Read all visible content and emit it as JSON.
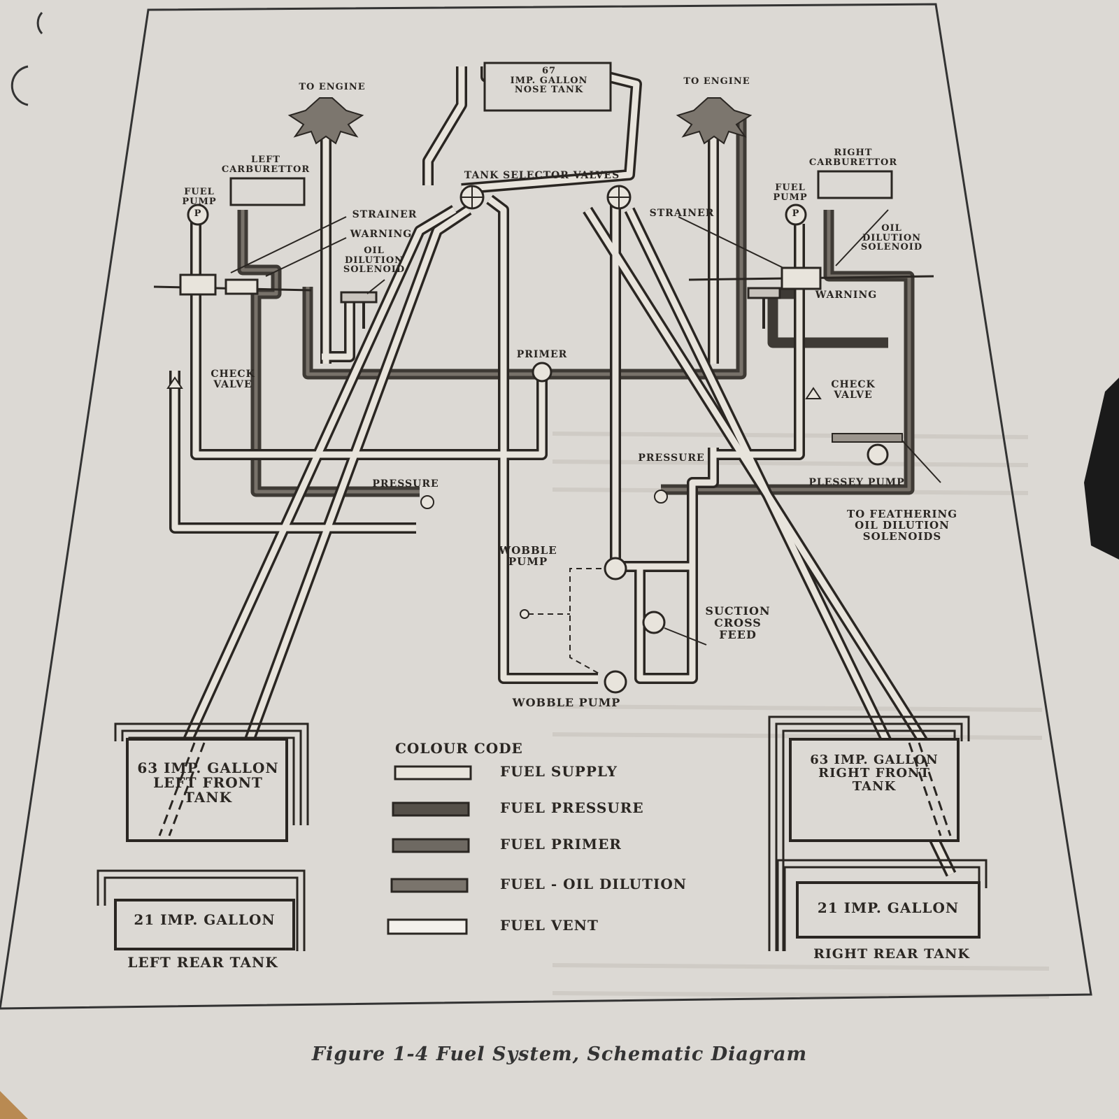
{
  "figure": {
    "caption": "Figure 1-4  Fuel System, Schematic Diagram"
  },
  "labels": {
    "nose_tank": "67\nIMP. GALLON\nNOSE TANK",
    "to_engine_left": "TO ENGINE",
    "to_engine_right": "TO ENGINE",
    "left_carburettor": "LEFT\nCARBURETTOR",
    "right_carburettor": "RIGHT\nCARBURETTOR",
    "fuel_pump_left": "FUEL\nPUMP",
    "fuel_pump_right": "FUEL\nPUMP",
    "pump_symbol_left": "P",
    "pump_symbol_right": "P",
    "tank_selector_valves": "TANK SELECTOR VALVES",
    "strainer_left": "STRAINER",
    "warning_left": "WARNING",
    "oil_dilution_solenoid_left": "OIL\nDILUTION\nSOLENOID",
    "strainer_right": "STRAINER",
    "oil_dilution_solenoid_right": "OIL\nDILUTION\nSOLENOID",
    "warning_right": "WARNING",
    "primer": "PRIMER",
    "check_valve_left": "CHECK\nVALVE",
    "check_valve_right": "CHECK\nVALVE",
    "pressure_left": "PRESSURE",
    "pressure_right": "PRESSURE",
    "plessey_pump": "PLESSEY PUMP",
    "to_feathering": "TO FEATHERING\nOIL DILUTION\nSOLENOIDS",
    "wobble_pump_upper": "WOBBLE\nPUMP",
    "wobble_pump_lower": "WOBBLE PUMP",
    "suction_cross_feed": "SUCTION\nCROSS\nFEED",
    "left_front_tank": "63 IMP. GALLON\nLEFT FRONT\nTANK",
    "left_rear_tank": "21 IMP. GALLON",
    "left_rear_tank_caption": "LEFT REAR TANK",
    "right_front_tank": "63 IMP. GALLON\nRIGHT FRONT\nTANK",
    "right_rear_tank": "21 IMP. GALLON",
    "right_rear_tank_caption": "RIGHT REAR TANK"
  },
  "legend": {
    "title": "COLOUR CODE",
    "items": [
      {
        "label": "FUEL SUPPLY",
        "color": "#e8e4dc"
      },
      {
        "label": "FUEL PRESSURE",
        "color": "#555049"
      },
      {
        "label": "FUEL  PRIMER",
        "color": "#6e6962"
      },
      {
        "label": "FUEL - OIL DILUTION",
        "color": "#7a746c"
      },
      {
        "label": "FUEL VENT",
        "color": "#f4f1ec"
      }
    ]
  },
  "colors": {
    "paper": "#dcd9d4",
    "ink": "#2a2622",
    "supply": "#e8e4dc",
    "pressure": "#555049",
    "desk": "#b98a52"
  }
}
